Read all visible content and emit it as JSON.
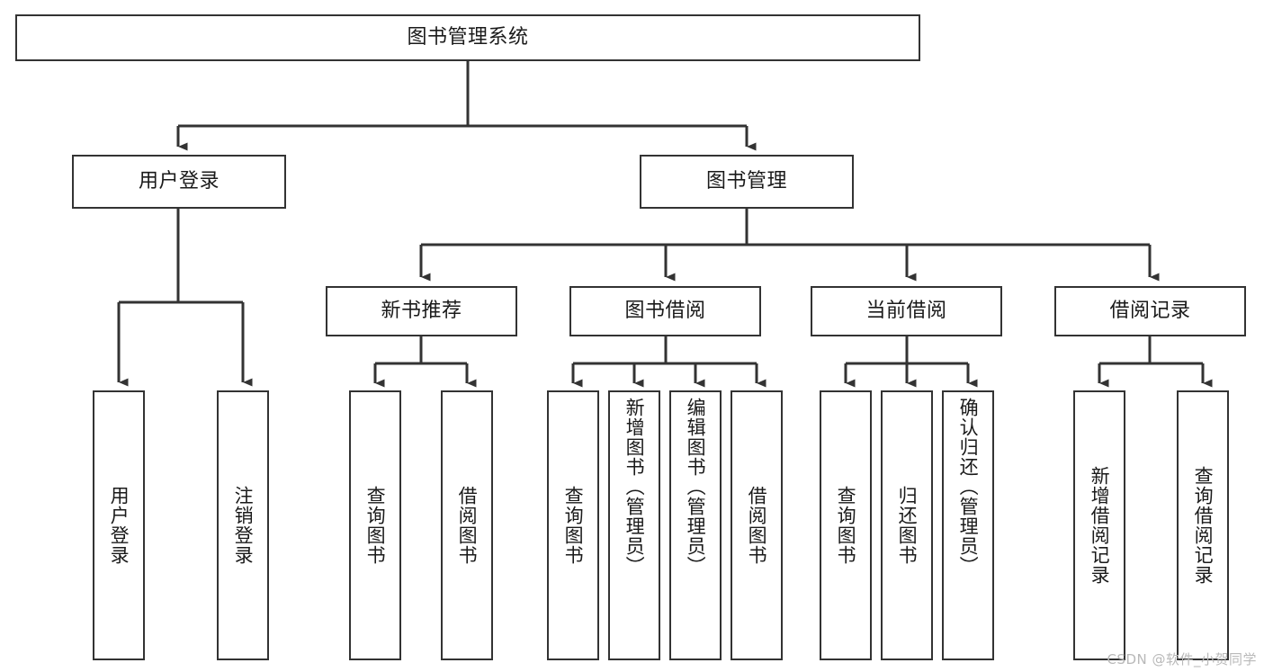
{
  "diagram": {
    "title": "图书管理系统",
    "type": "tree-hierarchy",
    "theme": {
      "background": "#ffffff",
      "node_fill": "#ffffff",
      "node_border": "#333333",
      "edge_color": "#333333",
      "text_color": "#1a1a1a",
      "watermark_color": "#b9b9b9"
    }
  },
  "watermark": {
    "text": "CSDN @软件_小贺同学"
  },
  "nodes": {
    "root": {
      "label": "图书管理系统",
      "level": 0,
      "orientation": "horizontal"
    },
    "user_login": {
      "label": "用户登录",
      "level": 1,
      "orientation": "horizontal"
    },
    "book_manage": {
      "label": "图书管理",
      "level": 1,
      "orientation": "horizontal"
    },
    "new_book_rec": {
      "label": "新书推荐",
      "level": 2,
      "orientation": "horizontal"
    },
    "book_borrow": {
      "label": "图书借阅",
      "level": 2,
      "orientation": "horizontal"
    },
    "current_borrow": {
      "label": "当前借阅",
      "level": 2,
      "orientation": "horizontal"
    },
    "borrow_record": {
      "label": "借阅记录",
      "level": 2,
      "orientation": "horizontal"
    },
    "leaf_user_login": {
      "label": "用户登录",
      "level": 3,
      "orientation": "vertical"
    },
    "leaf_logout": {
      "label": "注销登录",
      "level": 3,
      "orientation": "vertical"
    },
    "leaf_query_book_1": {
      "label": "查询图书",
      "level": 3,
      "orientation": "vertical"
    },
    "leaf_borrow_book_1": {
      "label": "借阅图书",
      "level": 3,
      "orientation": "vertical"
    },
    "leaf_query_book_2": {
      "label": "查询图书",
      "level": 3,
      "orientation": "vertical"
    },
    "leaf_add_book": {
      "label": "新增图书（管理员）",
      "level": 3,
      "orientation": "vertical"
    },
    "leaf_edit_book": {
      "label": "编辑图书（管理员）",
      "level": 3,
      "orientation": "vertical"
    },
    "leaf_borrow_book_2": {
      "label": "借阅图书",
      "level": 3,
      "orientation": "vertical"
    },
    "leaf_query_book_3": {
      "label": "查询图书",
      "level": 3,
      "orientation": "vertical"
    },
    "leaf_return_book": {
      "label": "归还图书",
      "level": 3,
      "orientation": "vertical"
    },
    "leaf_confirm_return": {
      "label": "确认归还（管理员）",
      "level": 3,
      "orientation": "vertical"
    },
    "leaf_add_record": {
      "label": "新增借阅记录",
      "level": 3,
      "orientation": "vertical"
    },
    "leaf_query_record": {
      "label": "查询借阅记录",
      "level": 3,
      "orientation": "vertical"
    }
  },
  "edges": [
    {
      "from": "root",
      "to": "user_login"
    },
    {
      "from": "root",
      "to": "book_manage"
    },
    {
      "from": "user_login",
      "to": "leaf_user_login"
    },
    {
      "from": "user_login",
      "to": "leaf_logout"
    },
    {
      "from": "book_manage",
      "to": "new_book_rec"
    },
    {
      "from": "book_manage",
      "to": "book_borrow"
    },
    {
      "from": "book_manage",
      "to": "current_borrow"
    },
    {
      "from": "book_manage",
      "to": "borrow_record"
    },
    {
      "from": "new_book_rec",
      "to": "leaf_query_book_1"
    },
    {
      "from": "new_book_rec",
      "to": "leaf_borrow_book_1"
    },
    {
      "from": "book_borrow",
      "to": "leaf_query_book_2"
    },
    {
      "from": "book_borrow",
      "to": "leaf_add_book"
    },
    {
      "from": "book_borrow",
      "to": "leaf_edit_book"
    },
    {
      "from": "book_borrow",
      "to": "leaf_borrow_book_2"
    },
    {
      "from": "current_borrow",
      "to": "leaf_query_book_3"
    },
    {
      "from": "current_borrow",
      "to": "leaf_return_book"
    },
    {
      "from": "current_borrow",
      "to": "leaf_confirm_return"
    },
    {
      "from": "borrow_record",
      "to": "leaf_add_record"
    },
    {
      "from": "borrow_record",
      "to": "leaf_query_record"
    }
  ]
}
